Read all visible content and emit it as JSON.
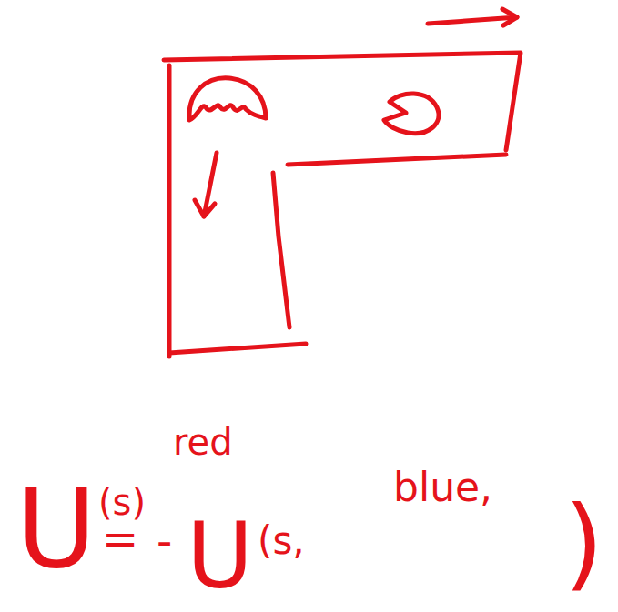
{
  "diagram": {
    "labels": [
      "red",
      "U",
      "(s)",
      "=",
      "-",
      "U",
      "(s,",
      "blue,",
      ")"
    ]
  }
}
